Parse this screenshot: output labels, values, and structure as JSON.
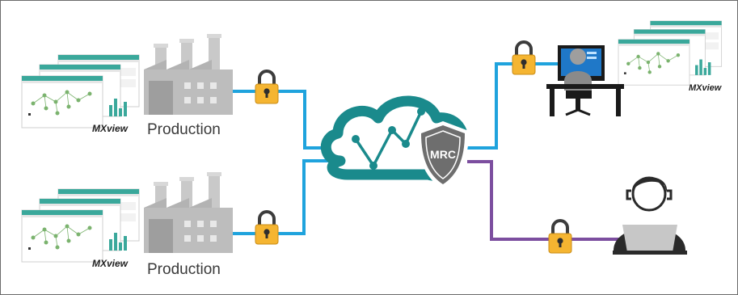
{
  "diagram": {
    "production_top_label": "Production",
    "production_bottom_label": "Production",
    "cloud_badge_label": "MRC",
    "mxview_logo_top_left": "MXview",
    "mxview_logo_bottom_left": "MXview",
    "mxview_logo_right": "MXview"
  },
  "colors": {
    "link_blue": "#1FA3DD",
    "link_purple": "#7C4E9F",
    "cloud_teal": "#1A8A8C",
    "lock_yellow": "#F5B531",
    "factory_gray": "#BDBDBD",
    "shield_gray": "#6E6E6E"
  },
  "icons": [
    "factory-icon",
    "lock-icon",
    "cloud-icon",
    "shield-icon",
    "workstation-icon",
    "remote-user-icon",
    "monitor-screenshot-icon",
    "mxview-logo"
  ]
}
